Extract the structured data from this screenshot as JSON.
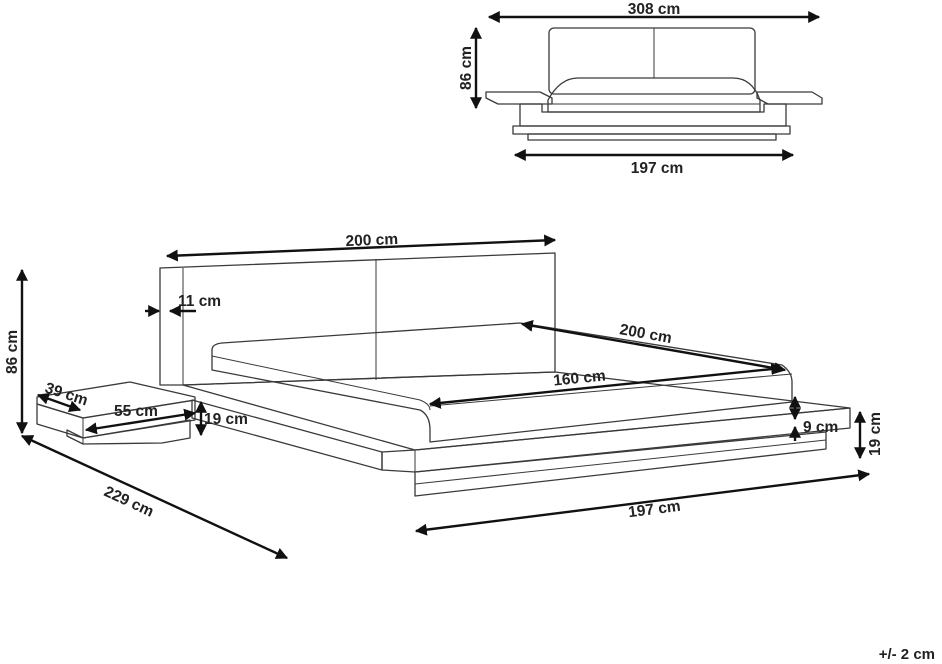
{
  "front_view": {
    "width_label": "308 cm",
    "height_label": "86 cm",
    "base_label": "197 cm"
  },
  "main_view": {
    "headboard_width": "200 cm",
    "headboard_thickness": "11 cm",
    "height": "86 cm",
    "nightstand_depth": "39 cm",
    "nightstand_width": "55 cm",
    "nightstand_height": "19 cm",
    "overall_length": "229 cm",
    "mattress_length": "200 cm",
    "mattress_width": "160 cm",
    "platform_step": "9 cm",
    "platform_height": "19 cm",
    "base_width": "197 cm"
  },
  "tolerance": "+/- 2 cm"
}
